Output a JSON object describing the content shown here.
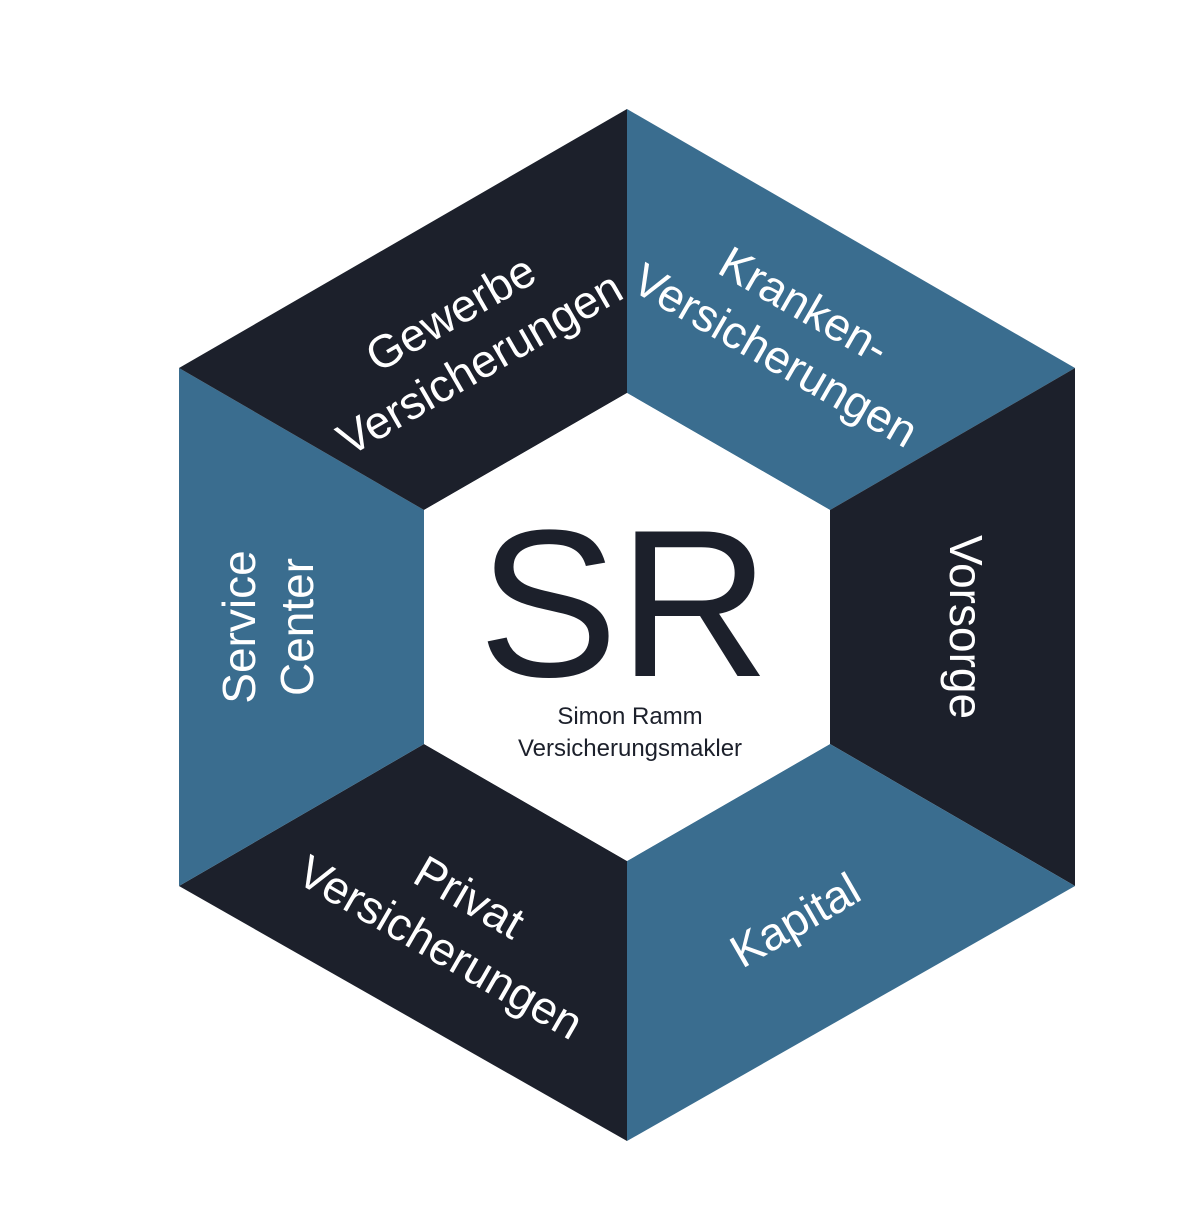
{
  "colors": {
    "blue": "#3a6d8f",
    "dark": "#1c202b",
    "center": "#ffffff",
    "label_text": "#ffffff",
    "logo_text": "#1c202b"
  },
  "segments": [
    {
      "id": "gewerbe",
      "color": "blue",
      "lines": [
        "Gewerbe",
        "Versicherungen"
      ]
    },
    {
      "id": "kranken",
      "color": "dark",
      "lines": [
        "Kranken-",
        "Versicherungen"
      ]
    },
    {
      "id": "vorsorge",
      "color": "blue",
      "lines": [
        "Vorsorge"
      ]
    },
    {
      "id": "kapital",
      "color": "dark",
      "lines": [
        "Kapital"
      ]
    },
    {
      "id": "privat",
      "color": "blue",
      "lines": [
        "Privat",
        "Versicherungen"
      ]
    },
    {
      "id": "service",
      "color": "dark",
      "lines": [
        "Service",
        "Center"
      ]
    }
  ],
  "logo": {
    "initials": "SR",
    "name": "Simon Ramm",
    "subtitle": "Versicherungsmakler"
  }
}
